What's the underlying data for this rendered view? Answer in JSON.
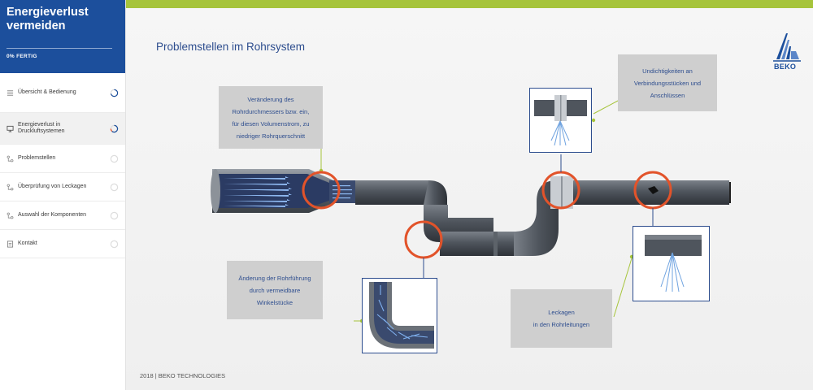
{
  "sidebar": {
    "title_line1": "Energieverlust",
    "title_line2": "vermeiden",
    "progress": "0% FERTIG",
    "progress_value": 0,
    "items": [
      {
        "label": "Übersicht & Bedienung",
        "icon": "list-icon",
        "state": "in-progress"
      },
      {
        "label": "Energieverlust in Druckluftsystemen",
        "icon": "monitor-icon",
        "state": "in-progress",
        "active": true
      },
      {
        "label": "Problemstellen",
        "icon": "branch-icon",
        "state": "empty"
      },
      {
        "label": "Überprüfung von Leckagen",
        "icon": "branch-icon",
        "state": "empty"
      },
      {
        "label": "Auswahl der Komponenten",
        "icon": "branch-icon",
        "state": "empty"
      },
      {
        "label": "Kontakt",
        "icon": "document-icon",
        "state": "empty"
      }
    ]
  },
  "main": {
    "title": "Problemstellen im Rohrsystem",
    "logo_text": "BEKO",
    "footer": "2018 | BEKO TECHNOLOGIES",
    "callouts": {
      "diameter": "Veränderung des\nRohrdurchmessers bzw. ein,\nfür diesen Volumenstrom, zu\nniedriger Rohrquerschnitt",
      "connections": "Undichtigkeiten an\nVerbindungsstücken und\nAnschlüssen",
      "routing": "Änderung der Rohrführung\ndurch vermeidbare\nWinkelstücke",
      "leaks": "Leckagen\nin den Rohrleitungen"
    },
    "colors": {
      "brand_blue": "#1c4f9c",
      "accent_green": "#a6c43b",
      "highlight_orange": "#e2532a",
      "callout_gray": "#cfcfcf",
      "pipe": "#4a5058"
    }
  }
}
